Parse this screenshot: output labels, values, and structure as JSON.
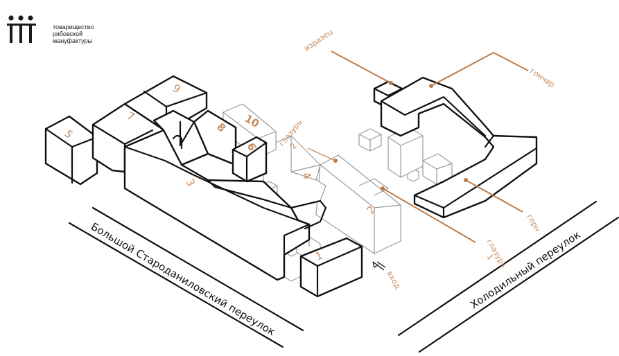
{
  "logo": {
    "lines": [
      "товарищество",
      "рябовской",
      "мануфактуры"
    ]
  },
  "streets": {
    "left": "Большой Староданиловский переулок",
    "right": "Холодильный переулок"
  },
  "buildings": [
    "1",
    "2",
    "3",
    "4",
    "5",
    "6",
    "7",
    "8",
    "9",
    "10"
  ],
  "labels": {
    "izrazets": "изразец",
    "gonchar": "гончар",
    "glazur2_a": "глазурь",
    "glazur2_b": "2",
    "glazur1_a": "глазурь",
    "glazur1_b": "1",
    "gorn": "горн",
    "vhod": "вход"
  },
  "colors": {
    "accent": "#c07a45",
    "line": "#111111",
    "gray": "#9a9a9a"
  }
}
